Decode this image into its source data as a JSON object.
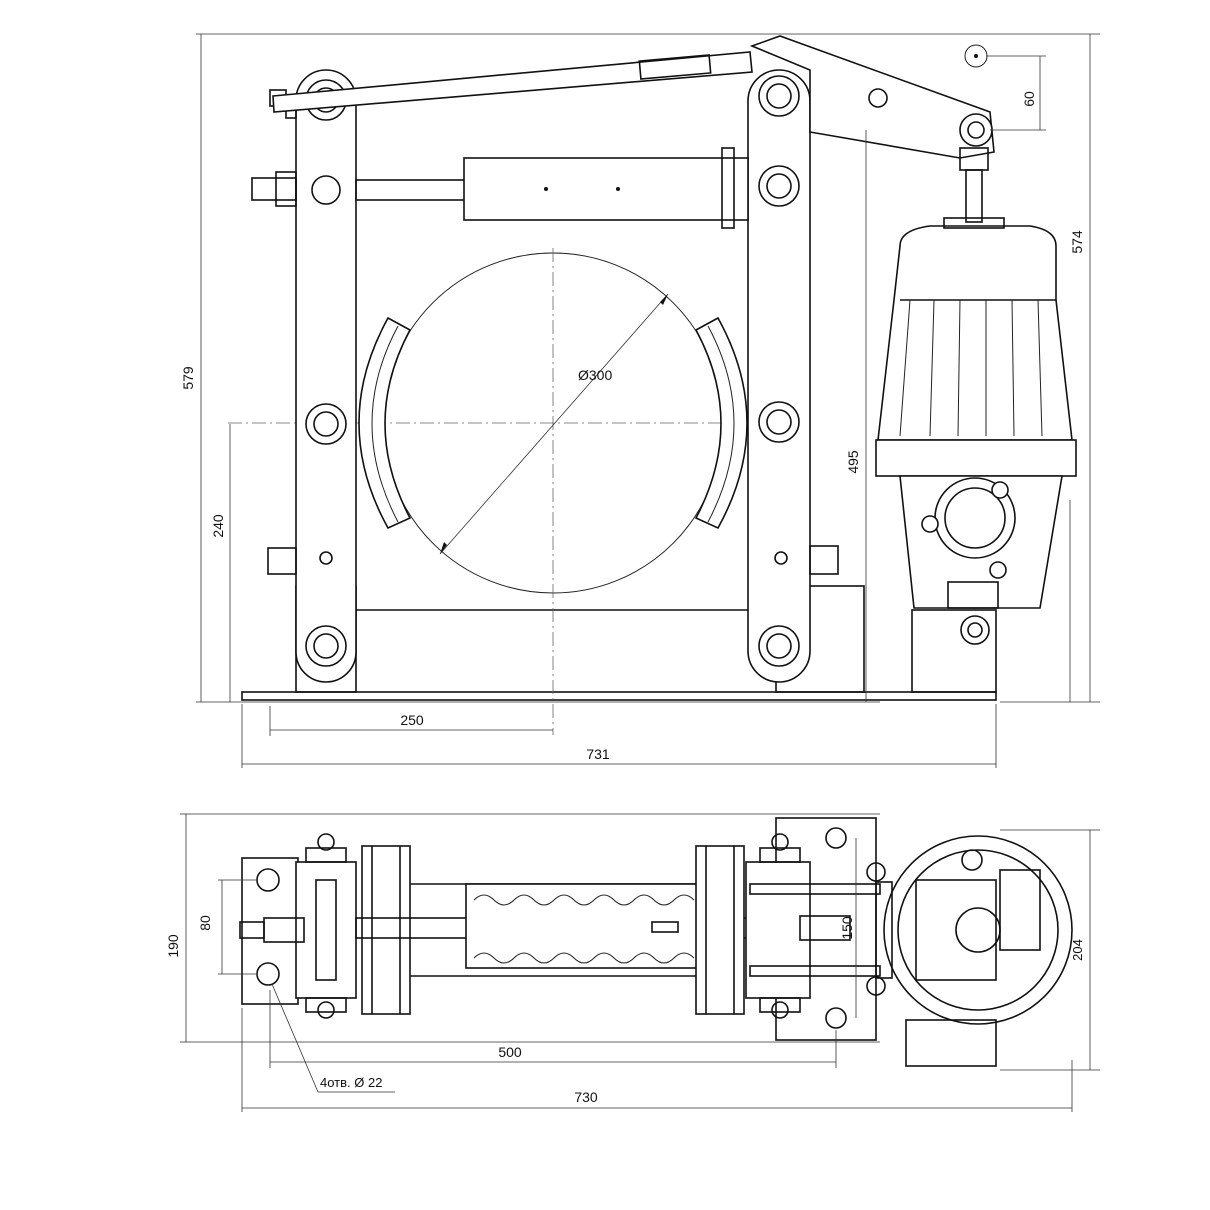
{
  "dimensions": {
    "top_height_total": "579",
    "top_height_motor": "574",
    "top_height_axis": "240",
    "top_height_495": "495",
    "top_arm_offset": "60",
    "top_width_250": "250",
    "top_width_total": "731",
    "wheel_diameter": "Ø300",
    "bottom_height_total": "190",
    "bottom_hole_spacing": "80",
    "bottom_width_150": "150",
    "bottom_motor_204": "204",
    "bottom_length_500": "500",
    "bottom_length_total": "730",
    "holes_note": "4отв. Ø 22"
  },
  "colors": {
    "line": "#111111",
    "background": "#ffffff"
  }
}
